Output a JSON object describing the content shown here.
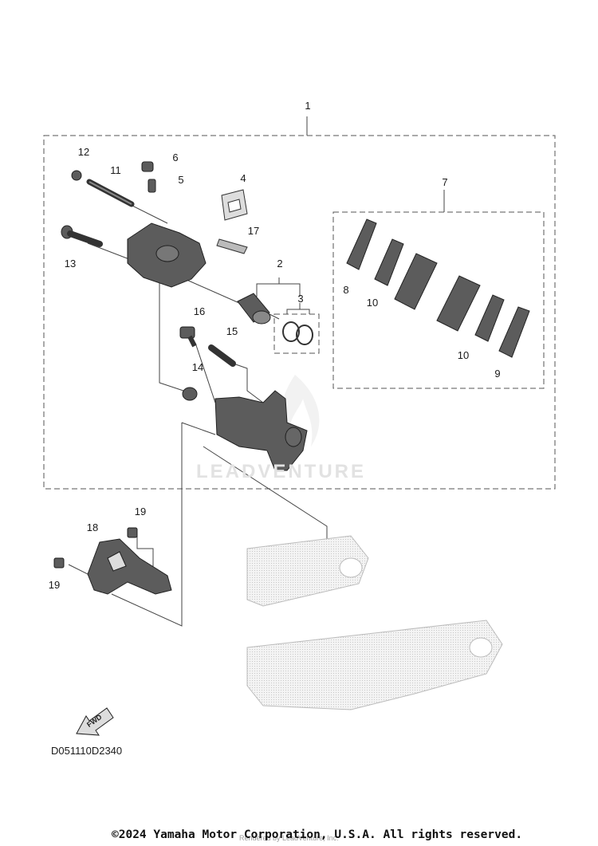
{
  "callouts": {
    "c1": "1",
    "c2": "2",
    "c3": "3",
    "c4": "4",
    "c5": "5",
    "c6": "6",
    "c7": "7",
    "c8": "8",
    "c9": "9",
    "c10a": "10",
    "c10b": "10",
    "c11": "11",
    "c12": "12",
    "c13": "13",
    "c14": "14",
    "c15": "15",
    "c16": "16",
    "c17": "17",
    "c18": "18",
    "c19a": "19",
    "c19b": "19"
  },
  "diagram_code": "D051110D2340",
  "fwd_label": "FWD",
  "watermark": "LEADVENTURE",
  "copyright": "©2024 Yamaha Motor Corporation, U.S.A. All rights reserved.",
  "rendered_by": "Rendered by LeadVenture, Inc.",
  "colors": {
    "line": "#444444",
    "part_fill": "#5a5a5a",
    "swingarm_fill": "#eeeeee",
    "watermark": "#e2e2e2"
  }
}
